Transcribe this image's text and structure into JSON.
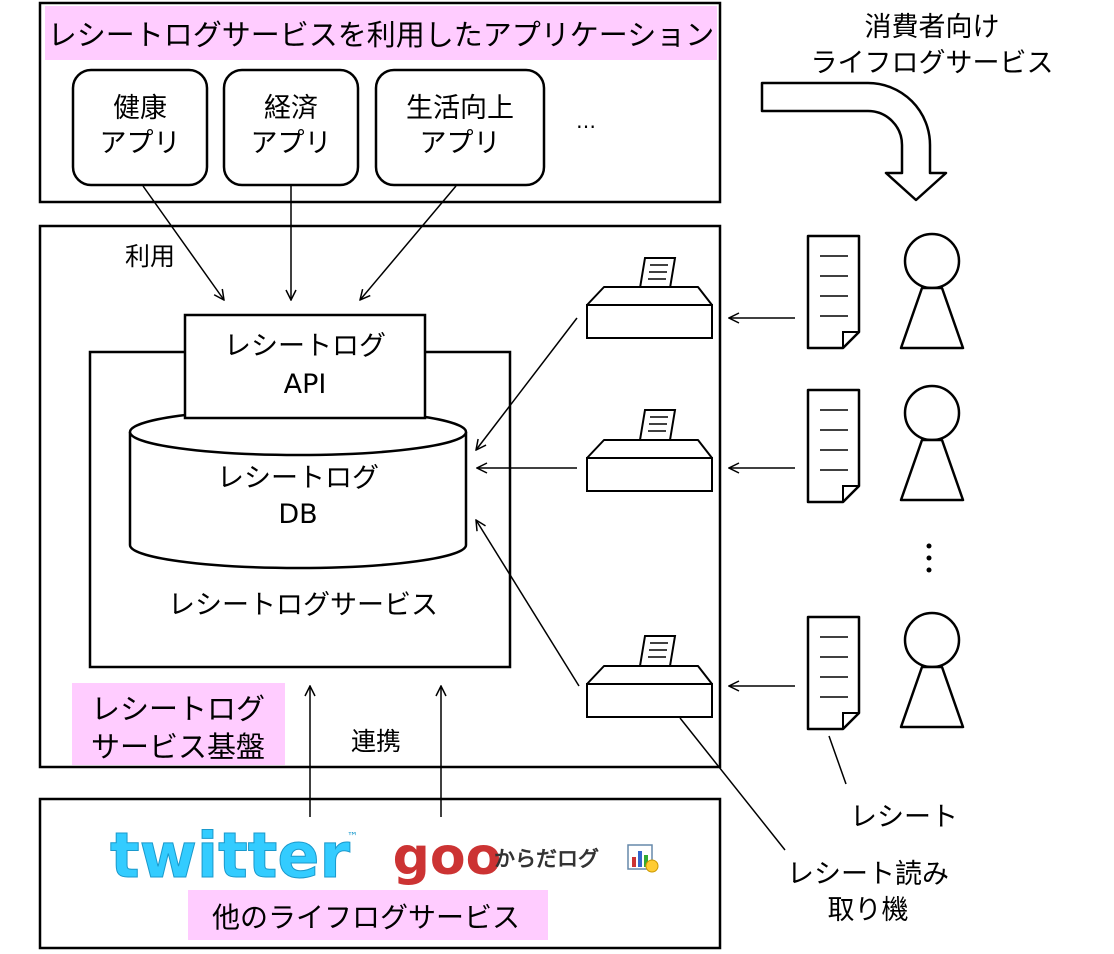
{
  "apps": {
    "title": "レシートログサービスを利用したアプリケーション",
    "items": [
      {
        "line1": "健康",
        "line2": "アプリ"
      },
      {
        "line1": "経済",
        "line2": "アプリ"
      },
      {
        "line1": "生活向上",
        "line2": "アプリ"
      }
    ],
    "ellipsis": "…"
  },
  "consumer": {
    "line1": "消費者向け",
    "line2": "ライフログサービス"
  },
  "labels": {
    "use": "利用",
    "link": "連携",
    "receipt": "レシート"
  },
  "reader_label": {
    "line1": "レシート読み",
    "line2": "取り機"
  },
  "api": {
    "line1": "レシートログ",
    "line2": "API"
  },
  "db": {
    "line1": "レシートログ",
    "line2": "DB"
  },
  "service_label": "レシートログサービス",
  "platform_label": {
    "line1": "レシートログ",
    "line2": "サービス基盤"
  },
  "other": {
    "title": "他のライフログサービス",
    "twitter": "twitter",
    "twitter_tm": "™",
    "goo": "goo",
    "goo_suffix": "からだログ"
  },
  "colors": {
    "highlight": "#ffccff",
    "twitter": "#33ccff",
    "goo": "#cc3333"
  }
}
